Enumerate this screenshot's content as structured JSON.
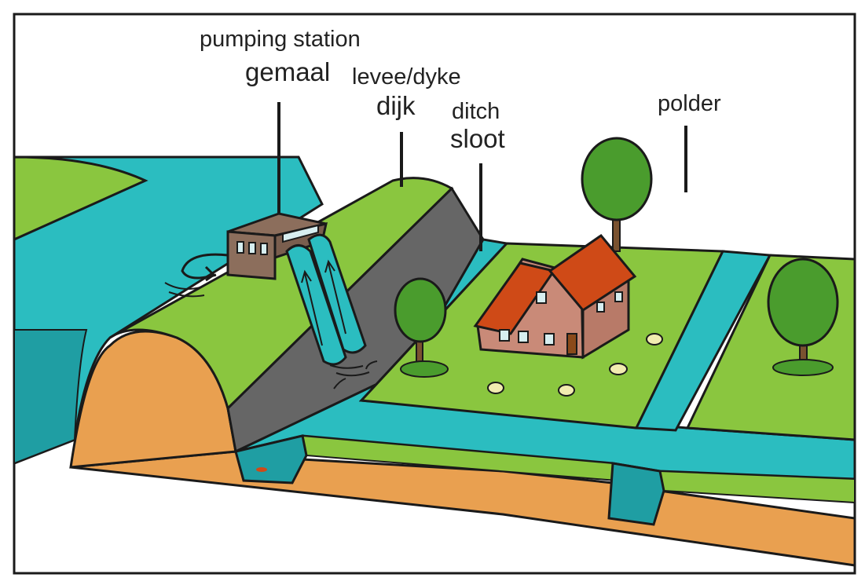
{
  "labels": {
    "pumping_station_en": "pumping station",
    "pumping_station_nl": "gemaal",
    "levee_en": "levee/dyke",
    "levee_nl": "dijk",
    "ditch_en": "ditch",
    "ditch_nl": "sloot",
    "polder": "polder"
  },
  "colors": {
    "water": "#2bbdc0",
    "water_dark": "#1f9ea3",
    "grass": "#8ac63f",
    "soil": "#e9a050",
    "dike_face": "#666666",
    "house_wall": "#c98a78",
    "roof": "#cf4a17",
    "tree": "#4a9c2d",
    "trunk": "#7a5230",
    "outline": "#1a1a1a"
  }
}
